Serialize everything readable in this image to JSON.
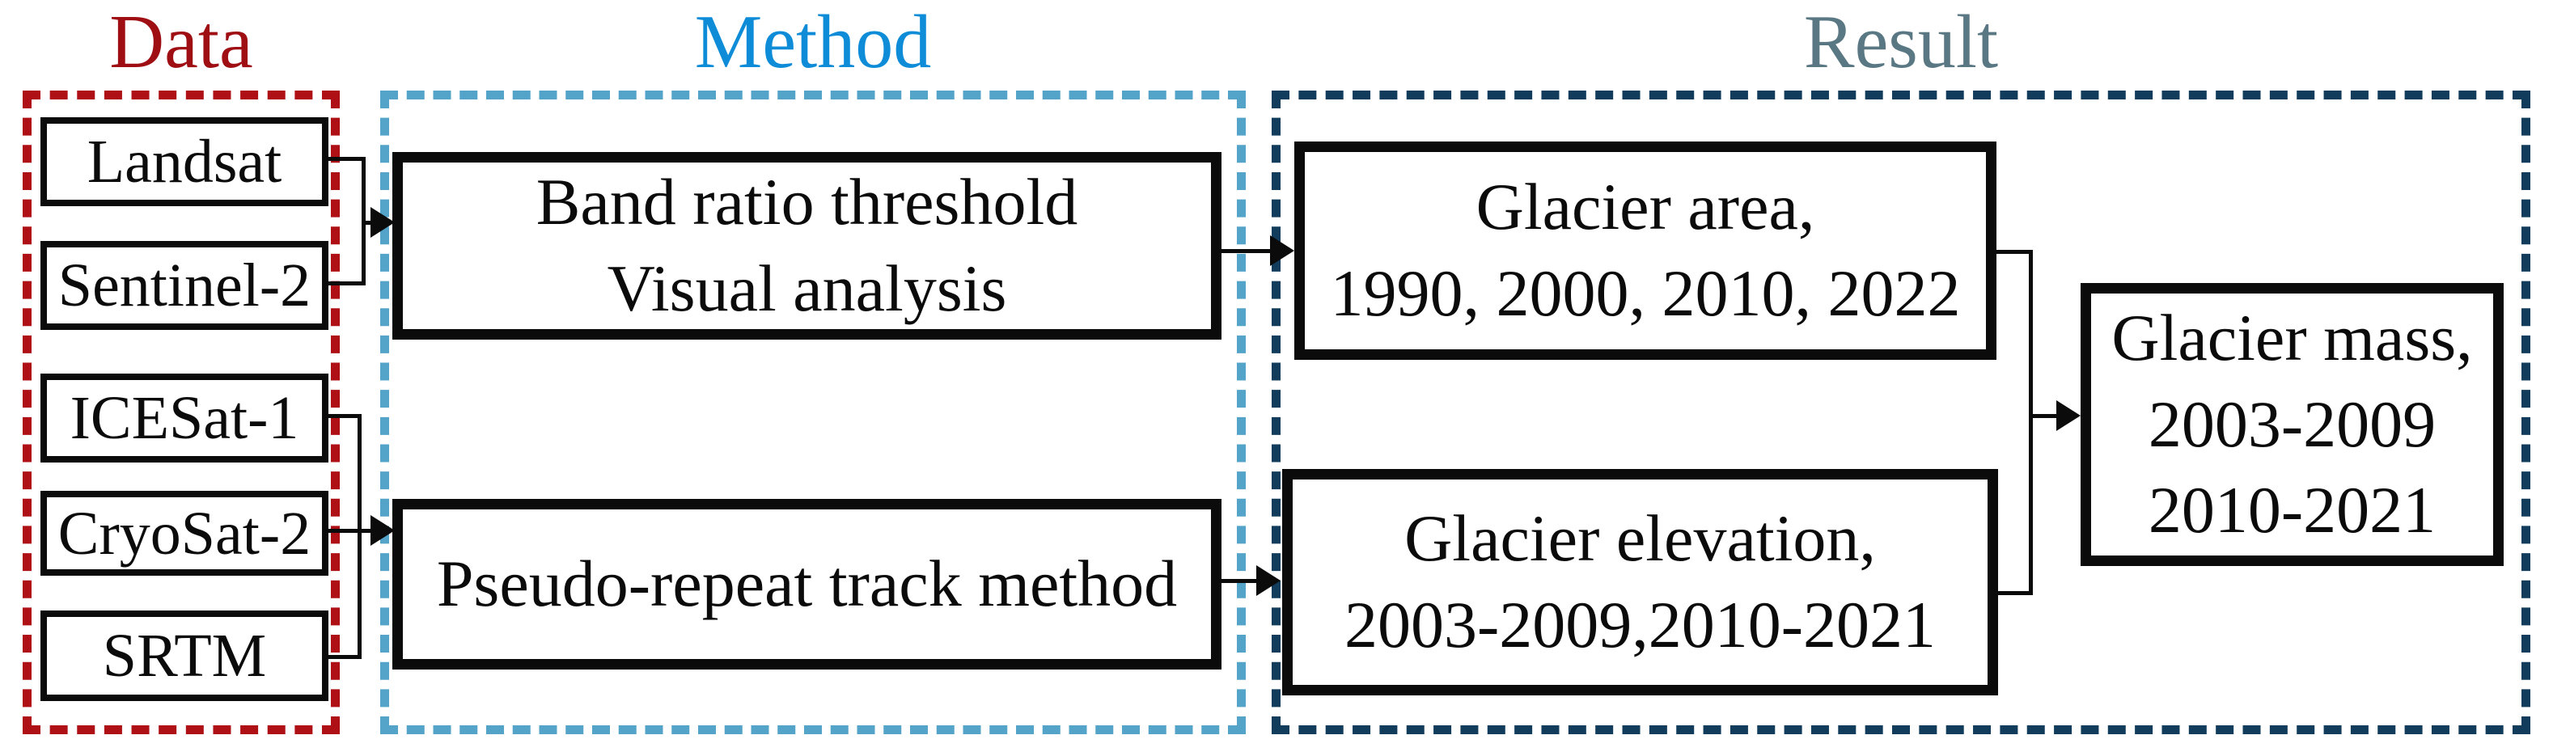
{
  "titles": {
    "data": "Data",
    "method": "Method",
    "result": "Result"
  },
  "data_boxes": {
    "landsat": "Landsat",
    "sentinel2": "Sentinel-2",
    "icesat1": "ICESat-1",
    "cryosat2": "CryoSat-2",
    "srtm": "SRTM"
  },
  "method_boxes": {
    "band_ratio": {
      "line1": "Band ratio threshold",
      "line2": "Visual analysis"
    },
    "pseudo_repeat": {
      "line1": "Pseudo-repeat track method"
    }
  },
  "result_boxes": {
    "glacier_area": {
      "line1": "Glacier area,",
      "line2": "1990, 2000, 2010, 2022"
    },
    "glacier_elevation": {
      "line1": "Glacier elevation,",
      "line2": "2003-2009,2010-2021"
    },
    "glacier_mass": {
      "line1": "Glacier mass,",
      "line2": "2003-2009",
      "line3": "2010-2021"
    }
  },
  "colors": {
    "data_title": "#9e0e13",
    "data_panel_border": "#ae1016",
    "method_title": "#0e8cd8",
    "method_panel_border": "#54a3c9",
    "result_title": "#5a7883",
    "result_panel_border": "#113c5b",
    "box_border": "#0b0b0b",
    "connector": "#0b0b0b",
    "background": "#ffffff"
  }
}
